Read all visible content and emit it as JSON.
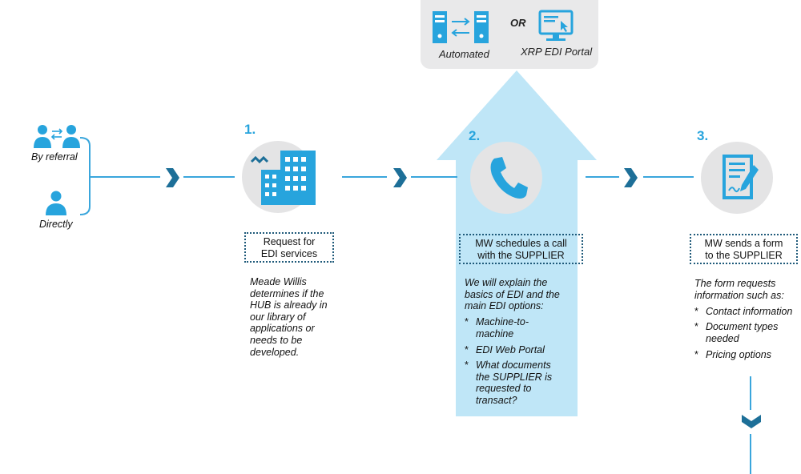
{
  "options": {
    "automated_label": "Automated",
    "or_label": "OR",
    "portal_label": "XRP EDI Portal"
  },
  "sources": {
    "referral_label": "By referral",
    "direct_label": "Directly"
  },
  "steps": [
    {
      "number": "1.",
      "label_line1": "Request for",
      "label_line2": "EDI services",
      "desc_lines": [
        "Meade Willis",
        "determines if the",
        "HUB is already in",
        "our library of",
        "applications or",
        "needs to be",
        "developed."
      ]
    },
    {
      "number": "2.",
      "label_line1": "MW schedules a call",
      "label_line2": "with the SUPPLIER",
      "desc_lines": [
        "We will explain the",
        "basics of EDI and the",
        "main EDI options:"
      ],
      "bullets": [
        {
          "star": "*",
          "lines": [
            "Machine-to-",
            "machine"
          ]
        },
        {
          "star": "*",
          "lines": [
            "EDI Web Portal"
          ]
        },
        {
          "star": "*",
          "lines": [
            "What documents",
            "the SUPPLIER is",
            "requested to",
            "transact?"
          ]
        }
      ]
    },
    {
      "number": "3.",
      "label_line1": "MW sends a form",
      "label_line2": "to the SUPPLIER",
      "desc_lines": [
        "The form requests",
        "information such as:"
      ],
      "bullets": [
        {
          "star": "*",
          "lines": [
            "Contact information"
          ]
        },
        {
          "star": "*",
          "lines": [
            "Document types",
            "needed"
          ]
        },
        {
          "star": "*",
          "lines": [
            "Pricing options"
          ]
        }
      ]
    }
  ],
  "colors": {
    "accent": "#27a4dd",
    "arrow_fill": "#bfe6f7",
    "circle": "#e4e4e5",
    "chevron": "#1d6f98"
  }
}
